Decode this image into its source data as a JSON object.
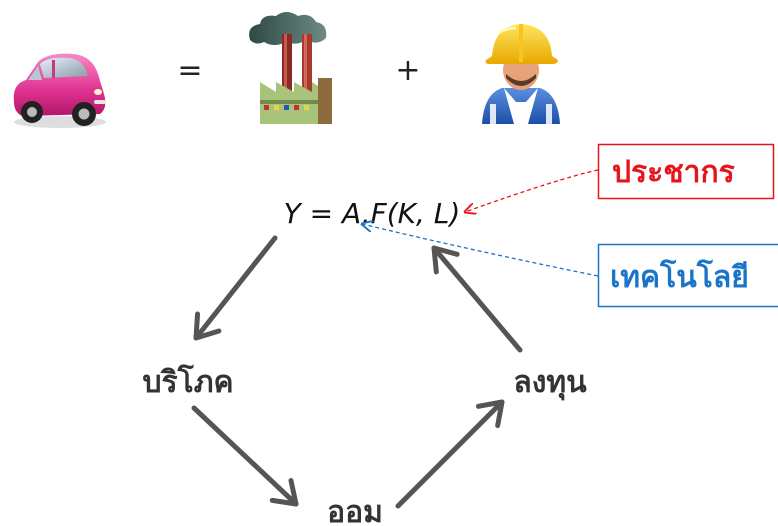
{
  "top_row": {
    "car_icon": "car-icon",
    "equals_sign": "=",
    "factory_icon": "factory-icon",
    "plus_sign": "+",
    "worker_icon": "worker-icon"
  },
  "equation": "Y = A.F(K, L)",
  "callouts": {
    "population": {
      "label": "ประชากร",
      "color": "#e8141c"
    },
    "technology": {
      "label": "เทคโนโลยี",
      "color": "#1a75c9"
    }
  },
  "cycle": {
    "consume": "บริโภค",
    "save": "ออม",
    "invest": "ลงทุน",
    "arrow_color": "#555555",
    "text_color": "#333333"
  }
}
